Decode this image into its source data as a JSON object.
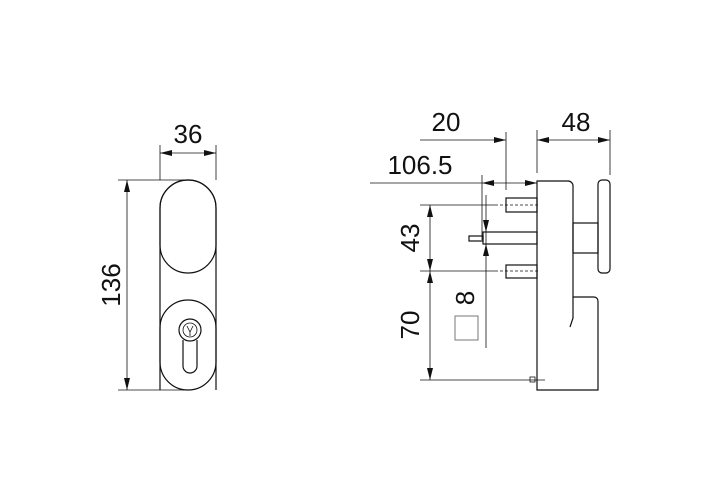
{
  "front_view": {
    "width_dim": "36",
    "height_dim": "136"
  },
  "side_view": {
    "dim_a": "20",
    "dim_b": "48",
    "dim_c": "106.5",
    "dim_d": "43",
    "dim_e": "8",
    "dim_f": "70"
  }
}
